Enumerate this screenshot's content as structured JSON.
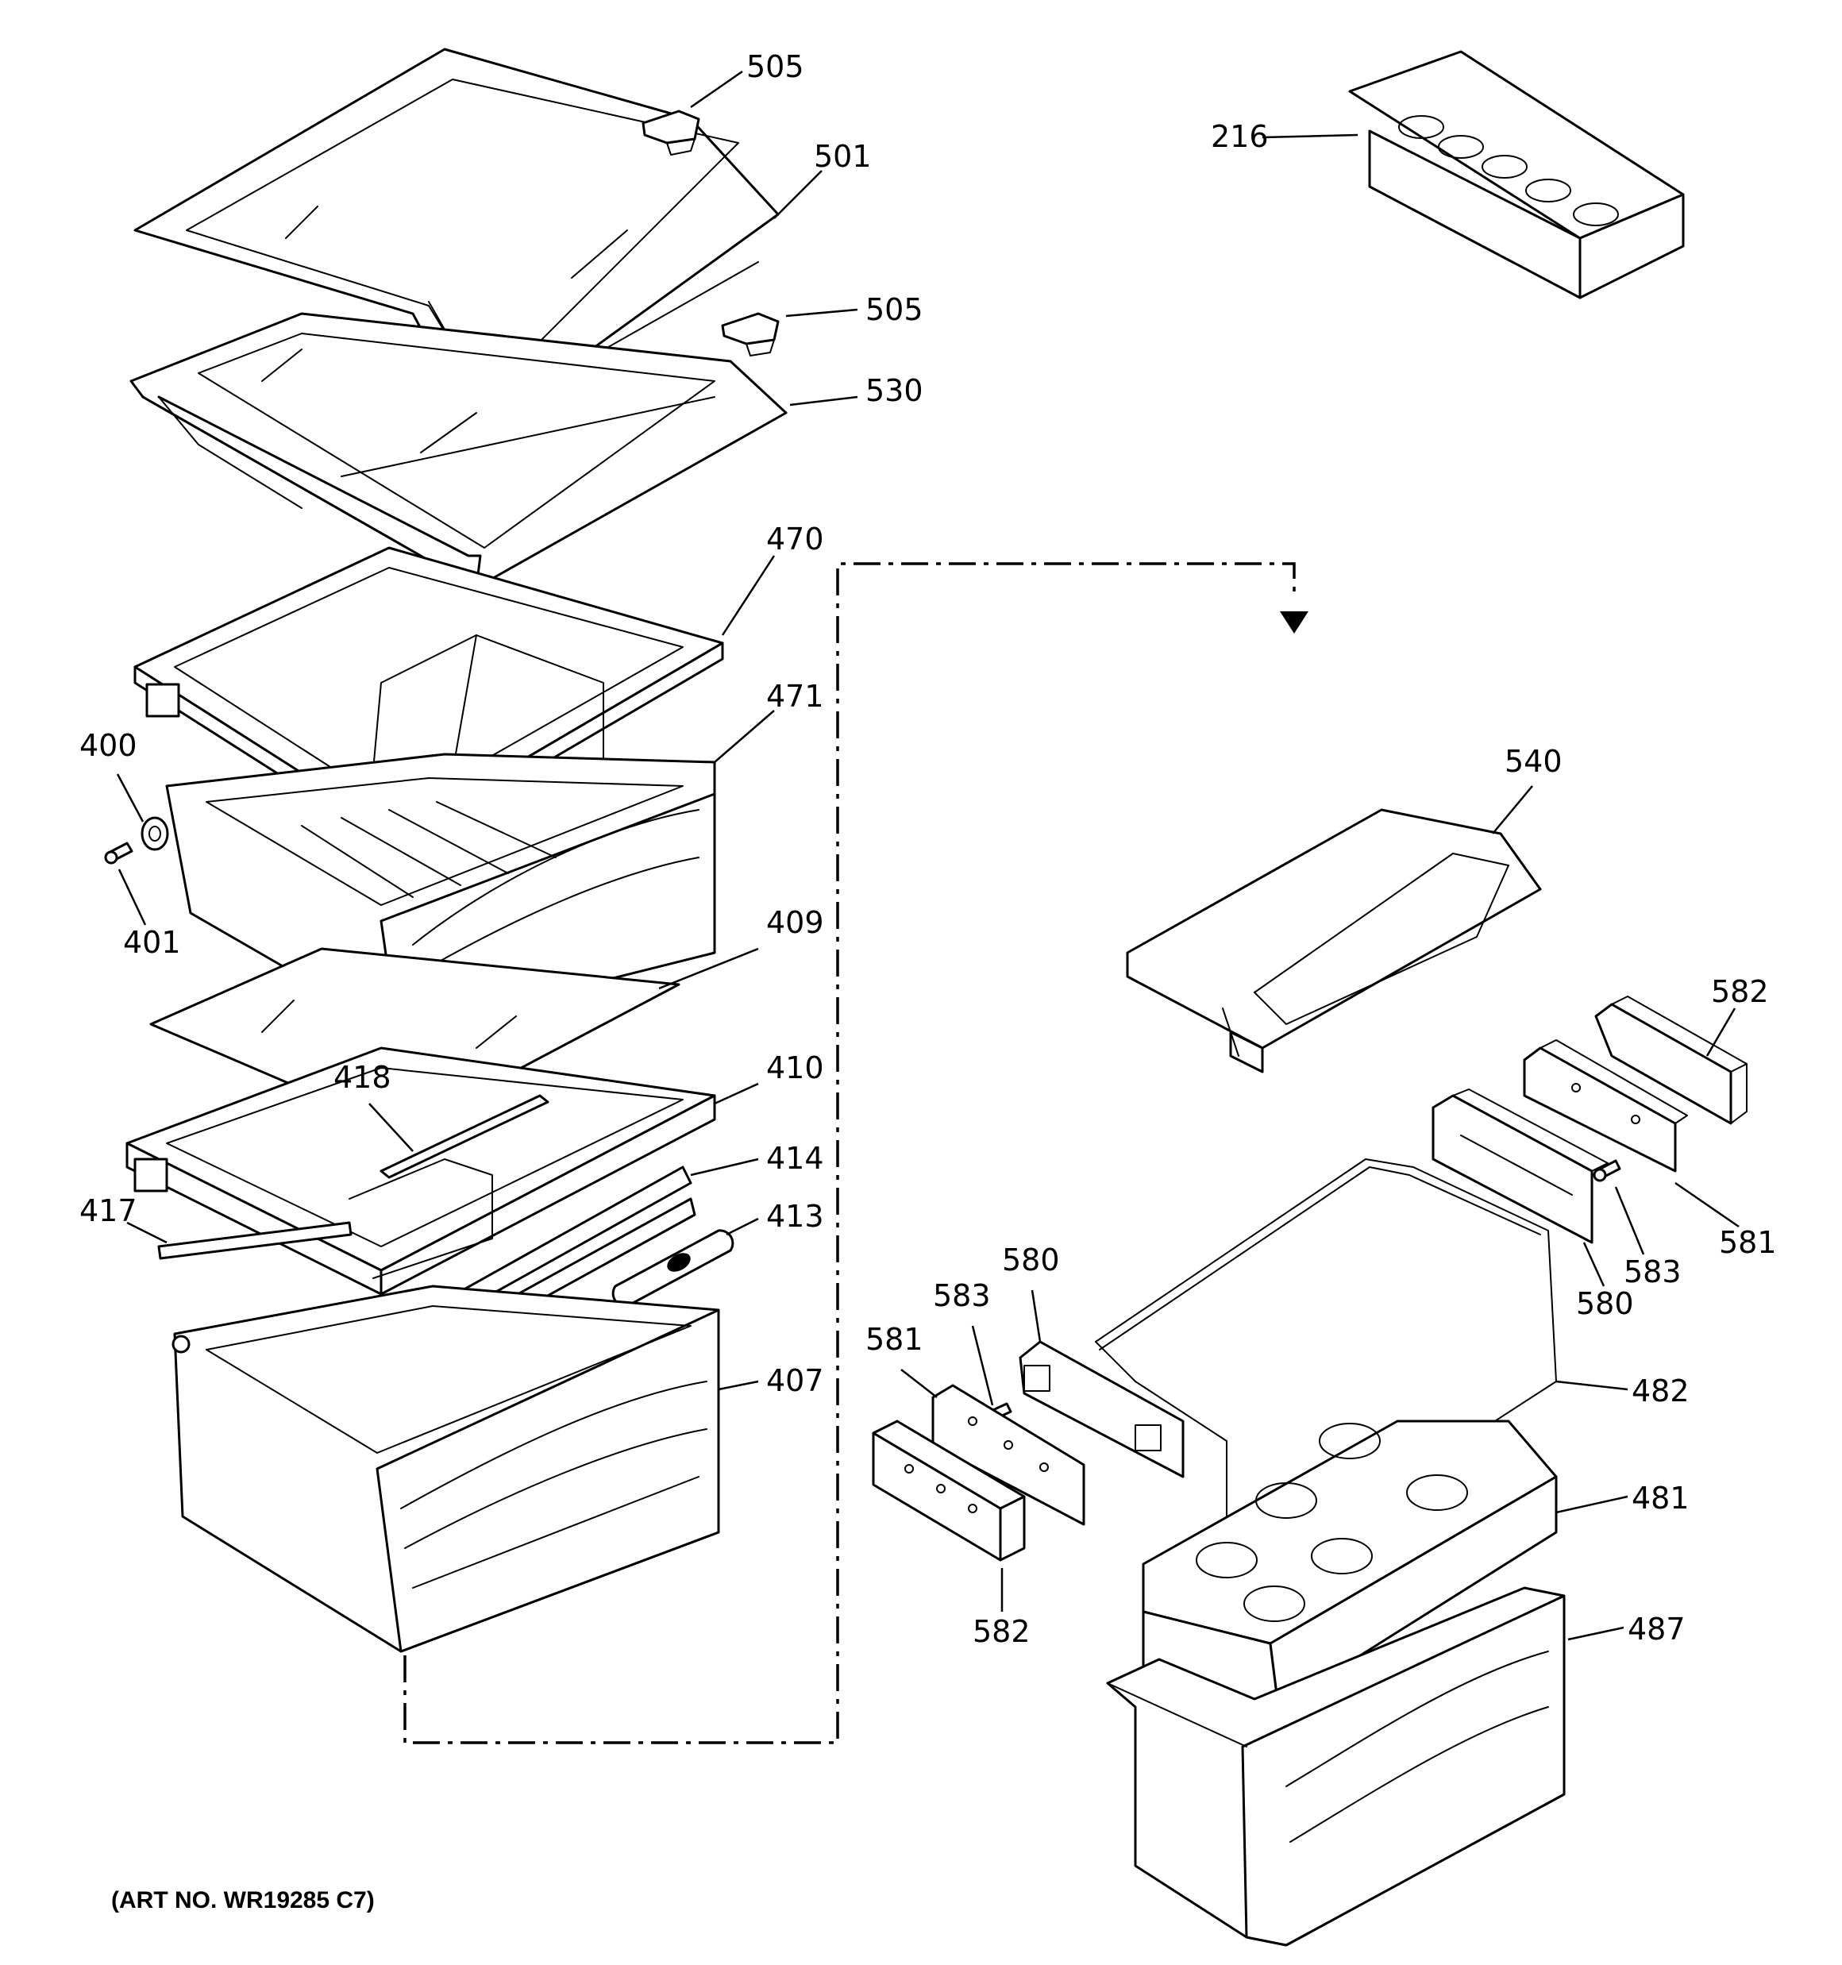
{
  "art_number": "(ART NO. WR19285 C7)",
  "labels": {
    "p505_top": "505",
    "p501": "501",
    "p505_mid": "505",
    "p530": "530",
    "p470": "470",
    "p471": "471",
    "p400": "400",
    "p401": "401",
    "p409": "409",
    "p418": "418",
    "p410": "410",
    "p414": "414",
    "p417": "417",
    "p413": "413",
    "p407": "407",
    "p216": "216",
    "p540": "540",
    "p582_right": "582",
    "p581_right": "581",
    "p583_right": "583",
    "p580_right": "580",
    "p482": "482",
    "p481": "481",
    "p487": "487",
    "p580_left": "580",
    "p583_left": "583",
    "p581_left": "581",
    "p582_left": "582"
  }
}
